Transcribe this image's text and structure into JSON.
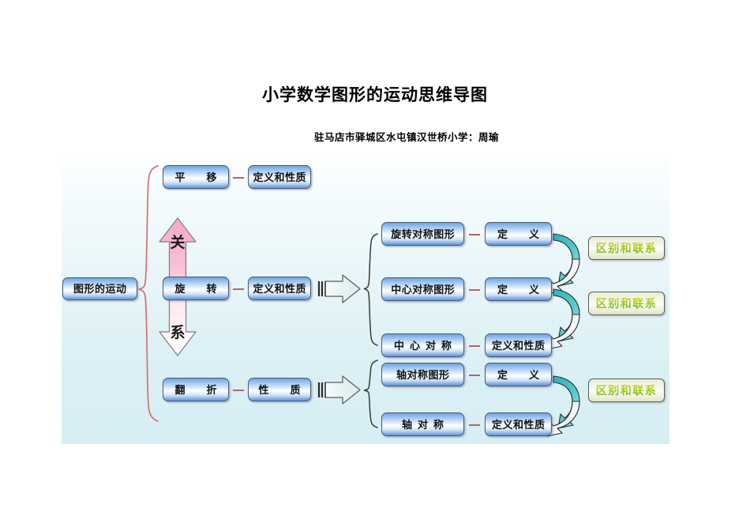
{
  "header": {
    "title": "小学数学图形的运动思维导图",
    "subtitle": "驻马店市驿城区水屯镇汉世桥小学：周瑜"
  },
  "diagram": {
    "root": {
      "label": "图形的运动"
    },
    "branches": [
      {
        "id": "translation",
        "label": "平　移",
        "detail": "定义和性质"
      },
      {
        "id": "rotation",
        "label": "旋　转",
        "detail": "定义和性质"
      },
      {
        "id": "fold",
        "label": "翻　折",
        "detail": "性　质"
      }
    ],
    "relation_arrow": {
      "top_char": "关",
      "bottom_char": "系"
    },
    "rotation_group": [
      {
        "label": "旋转对称图形",
        "detail": "定　义"
      },
      {
        "label": "中心对称图形",
        "detail": "定　义"
      },
      {
        "label": "中心对称",
        "detail": "定义和性质"
      }
    ],
    "fold_group": [
      {
        "label": "轴对称图形",
        "detail": "定　义"
      },
      {
        "label": "轴对称",
        "detail": "定义和性质"
      }
    ],
    "comparisons": [
      {
        "label": "区别和联系"
      },
      {
        "label": "区别和联系"
      },
      {
        "label": "区别和联系"
      }
    ],
    "colors": {
      "node_border": "#4a5a76",
      "node_blue": "#5d94d8",
      "brace_red": "#d4706e",
      "brace_dark": "#3a3a3a",
      "arrow_pink": "#f2b6cd",
      "arrow_teal": "#2fb6bf",
      "green_text": "#8bbf1e",
      "dash": "#b5655f",
      "canvas_bg": "#dcf0f5"
    }
  }
}
